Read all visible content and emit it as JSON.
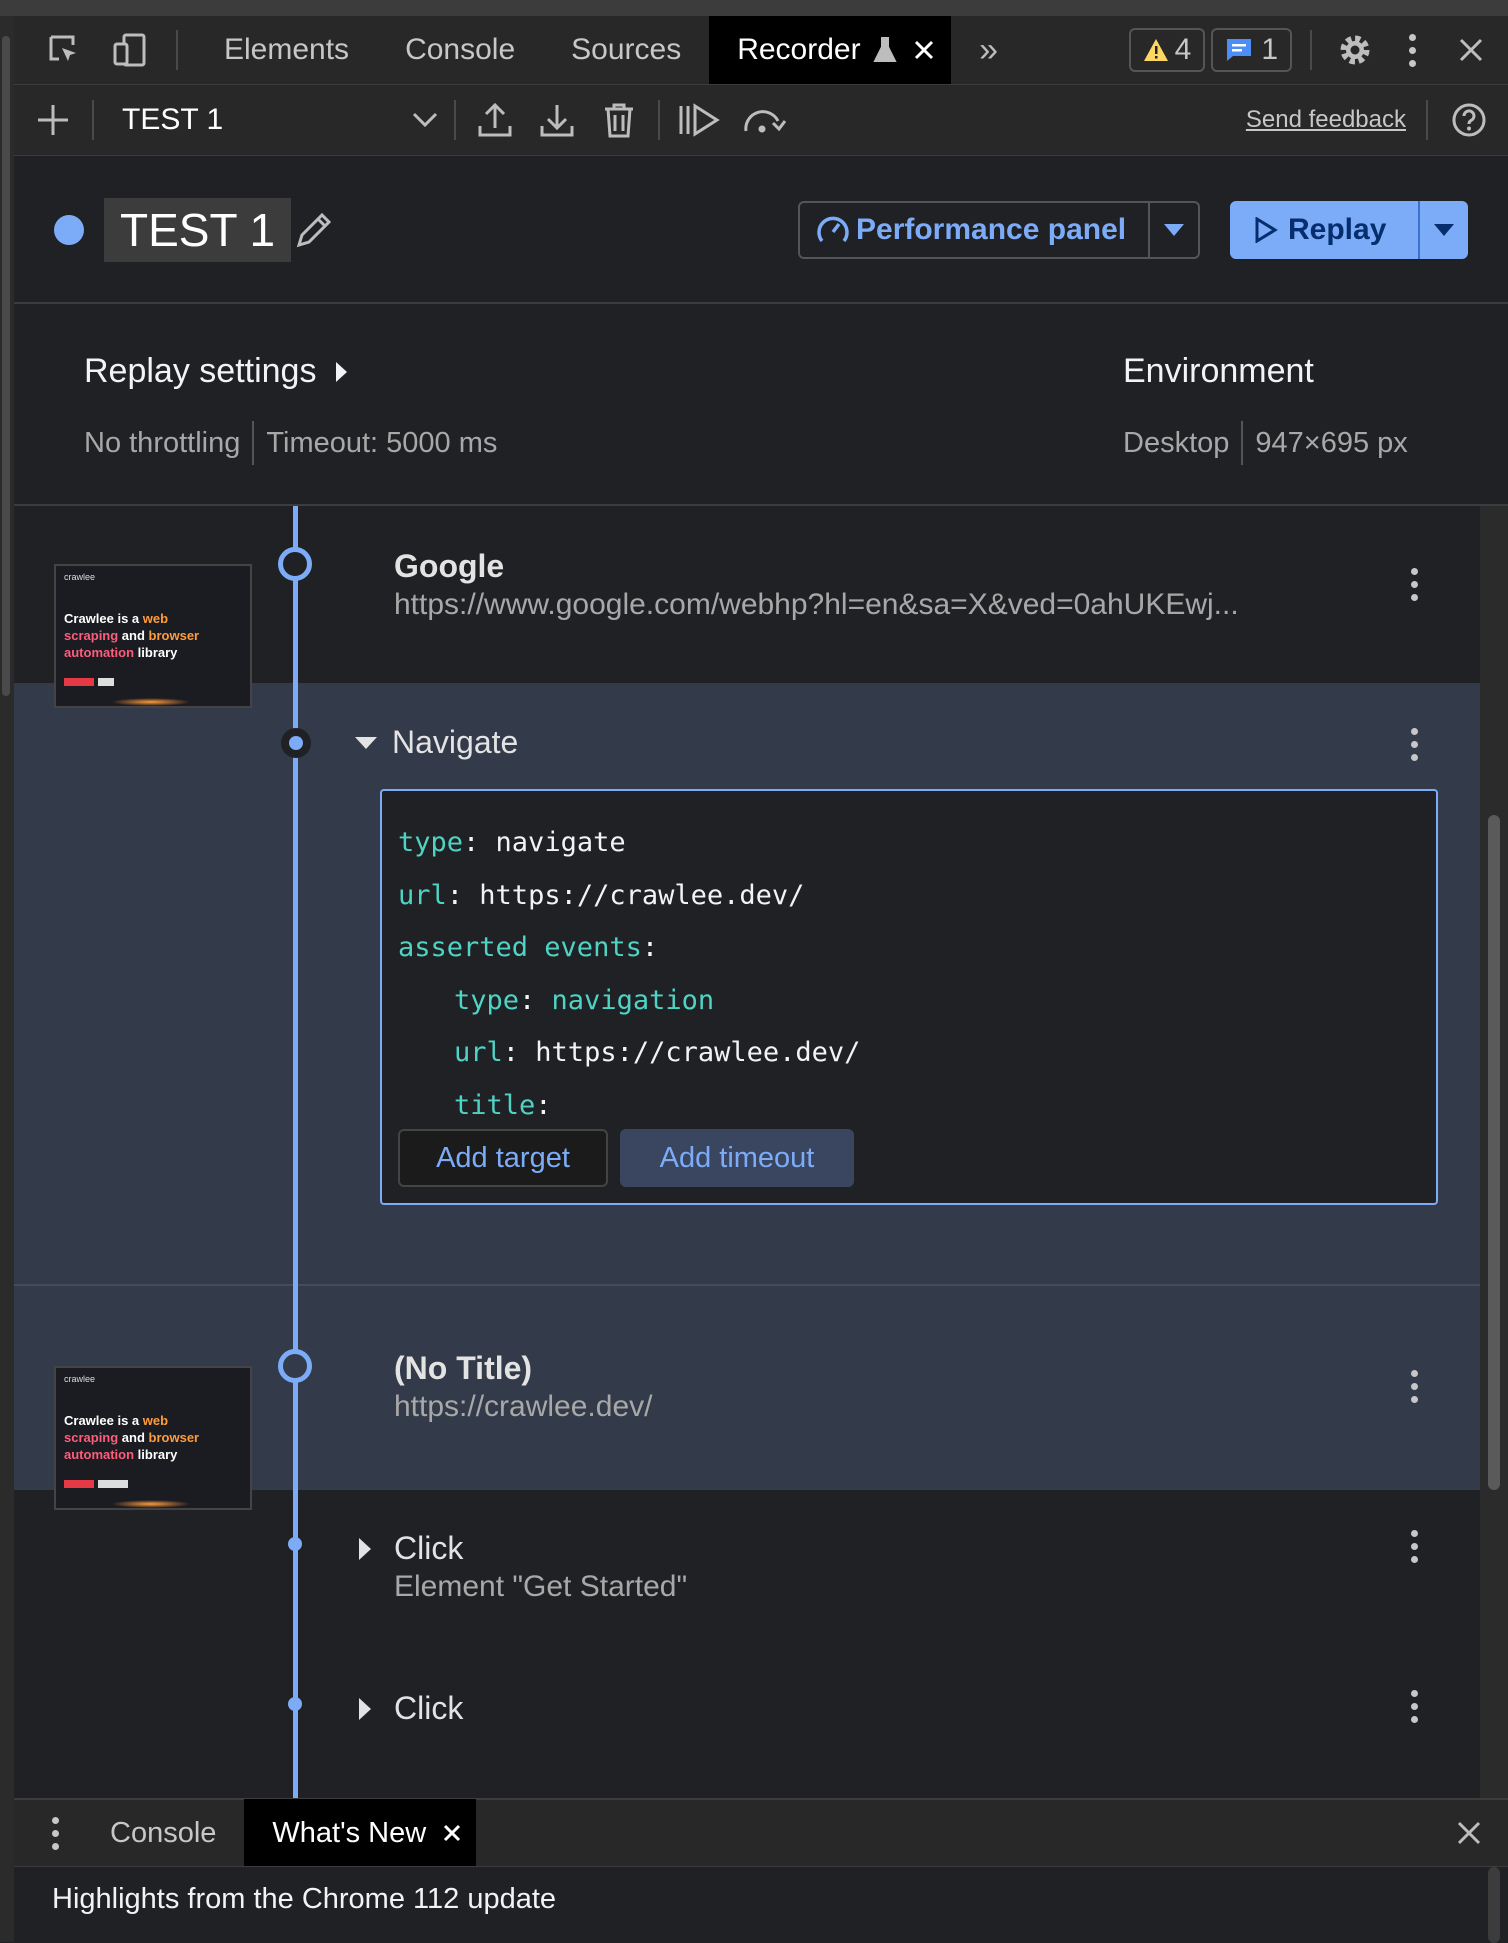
{
  "devtools": {
    "tabs": [
      {
        "label": "Elements"
      },
      {
        "label": "Console"
      },
      {
        "label": "Sources"
      },
      {
        "label": "Recorder",
        "active": true
      }
    ],
    "warnings_count": "4",
    "messages_count": "1"
  },
  "toolbar": {
    "recording_select": "TEST 1",
    "send_feedback": "Send feedback"
  },
  "recording": {
    "title": "TEST 1",
    "performance_button": "Performance panel",
    "replay_button": "Replay"
  },
  "replay_settings": {
    "heading": "Replay settings",
    "throttling": "No throttling",
    "timeout": "Timeout: 5000 ms",
    "env_heading": "Environment",
    "device": "Desktop",
    "viewport": "947×695 px"
  },
  "steps": {
    "section1": {
      "title": "Google",
      "url": "https://www.google.com/webhp?hl=en&sa=X&ved=0ahUKEwj..."
    },
    "navigate": {
      "label": "Navigate",
      "code": {
        "type_key": "type",
        "type_val": "navigate",
        "url_key": "url",
        "url_val": "https://crawlee.dev/",
        "asserted_key": "asserted events",
        "ev_type_key": "type",
        "ev_type_val": "navigation",
        "ev_url_key": "url",
        "ev_url_val": "https://crawlee.dev/",
        "ev_title_key": "title"
      },
      "add_target": "Add target",
      "add_timeout": "Add timeout"
    },
    "section2": {
      "title": "(No Title)",
      "url": "https://crawlee.dev/"
    },
    "click1": {
      "label": "Click",
      "detail": "Element \"Get Started\""
    },
    "click2": {
      "label": "Click"
    }
  },
  "thumbnail": {
    "brand": "crawlee",
    "line1a": "Crawlee is a ",
    "line1b": "web",
    "line2a": "scraping",
    "line2b": " and ",
    "line2c": "browser",
    "line3a": "automation",
    "line3b": " library"
  },
  "drawer": {
    "tabs": [
      {
        "label": "Console"
      },
      {
        "label": "What's New",
        "active": true
      }
    ],
    "headline": "Highlights from the Chrome 112 update"
  },
  "colors": {
    "accent": "#7cacf8",
    "key": "#4fd3c4",
    "background": "#202124",
    "expanded_bg": "#333a4a"
  }
}
